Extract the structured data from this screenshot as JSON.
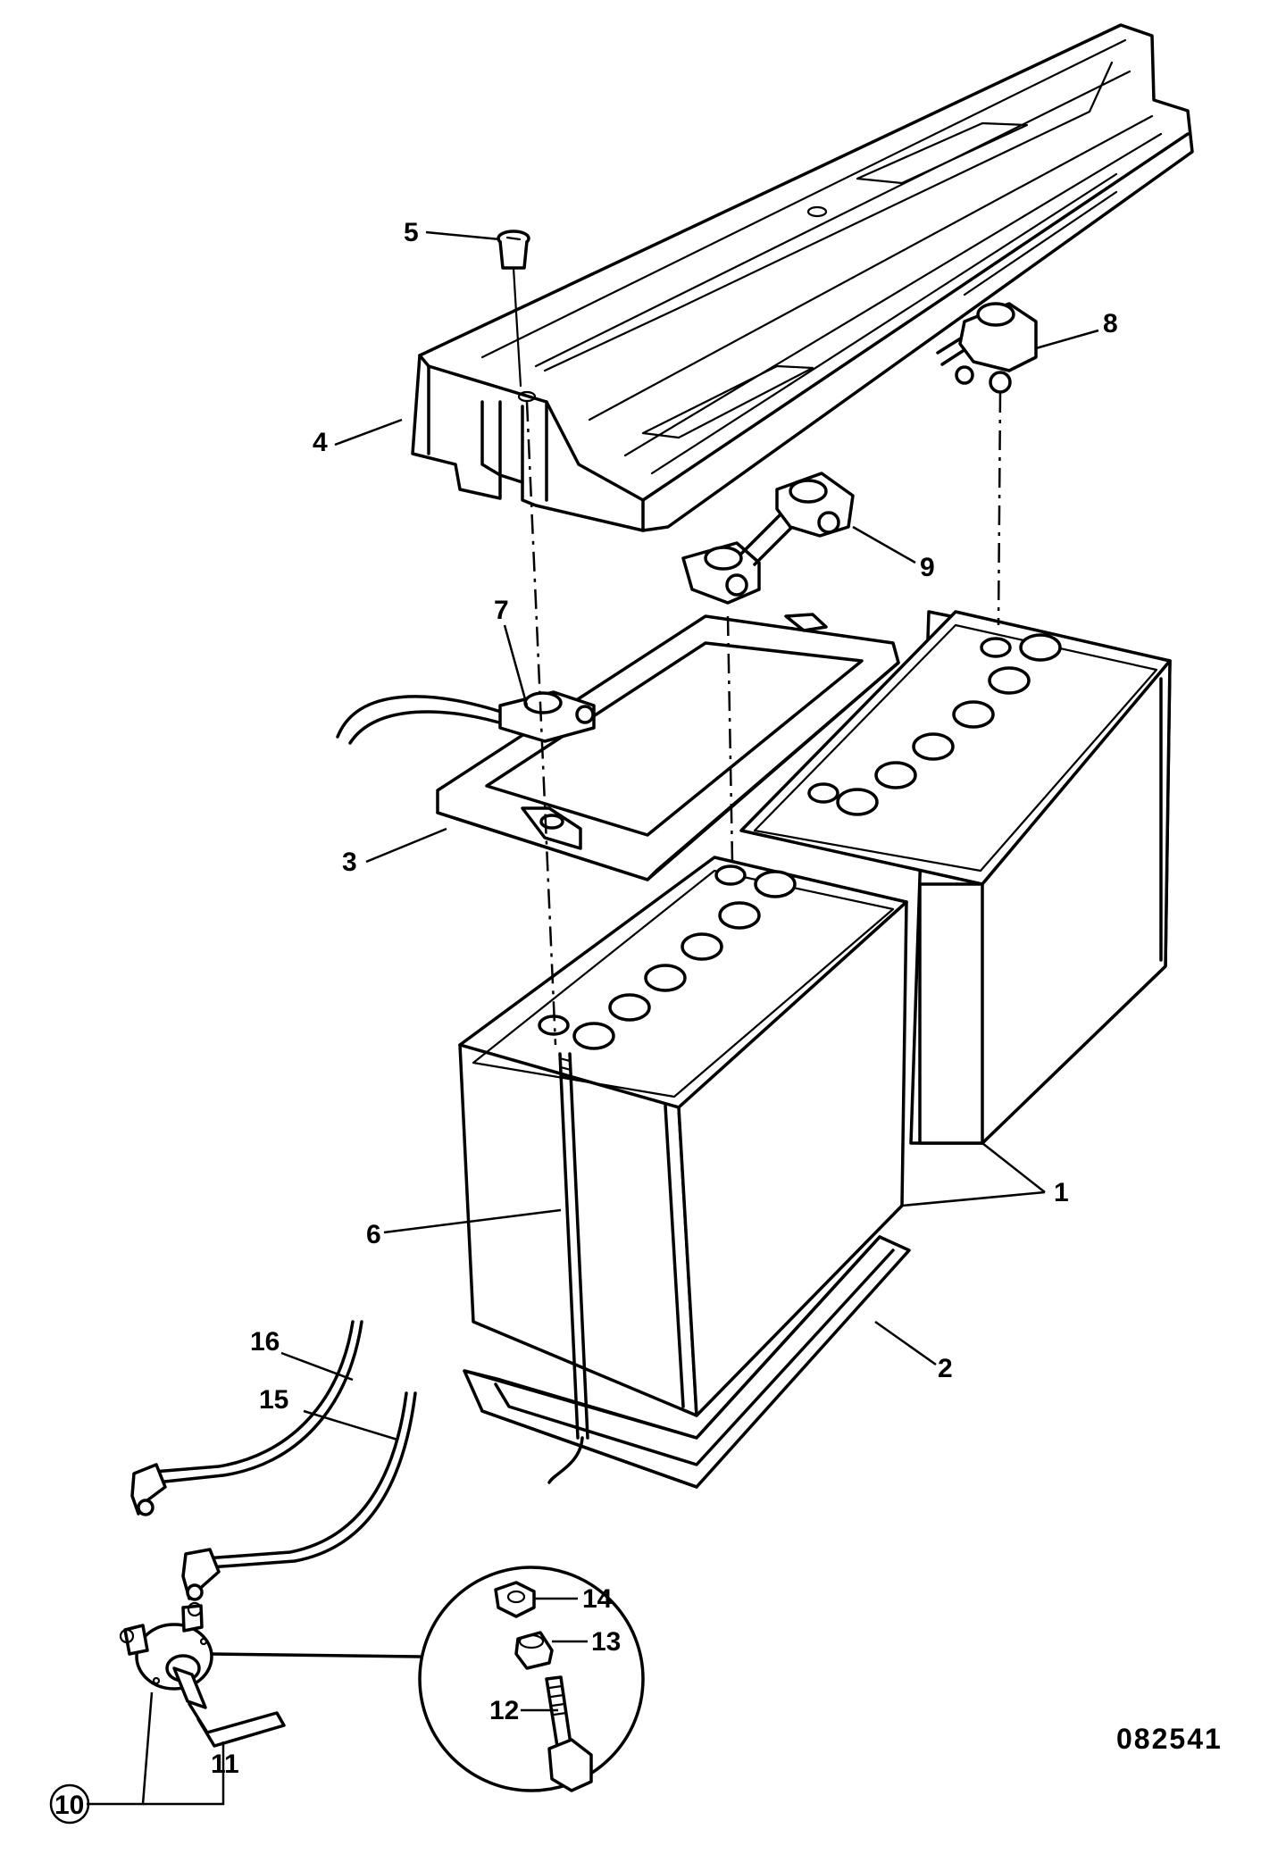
{
  "diagram": {
    "drawing_number": "082541",
    "callouts": [
      {
        "id": "1",
        "label": "1"
      },
      {
        "id": "2",
        "label": "2"
      },
      {
        "id": "3",
        "label": "3"
      },
      {
        "id": "4",
        "label": "4"
      },
      {
        "id": "5",
        "label": "5"
      },
      {
        "id": "6",
        "label": "6"
      },
      {
        "id": "7",
        "label": "7"
      },
      {
        "id": "8",
        "label": "8"
      },
      {
        "id": "9",
        "label": "9"
      },
      {
        "id": "10",
        "label": "10"
      },
      {
        "id": "11",
        "label": "11"
      },
      {
        "id": "12",
        "label": "12"
      },
      {
        "id": "13",
        "label": "13"
      },
      {
        "id": "14",
        "label": "14"
      },
      {
        "id": "15",
        "label": "15"
      },
      {
        "id": "16",
        "label": "16"
      }
    ]
  }
}
